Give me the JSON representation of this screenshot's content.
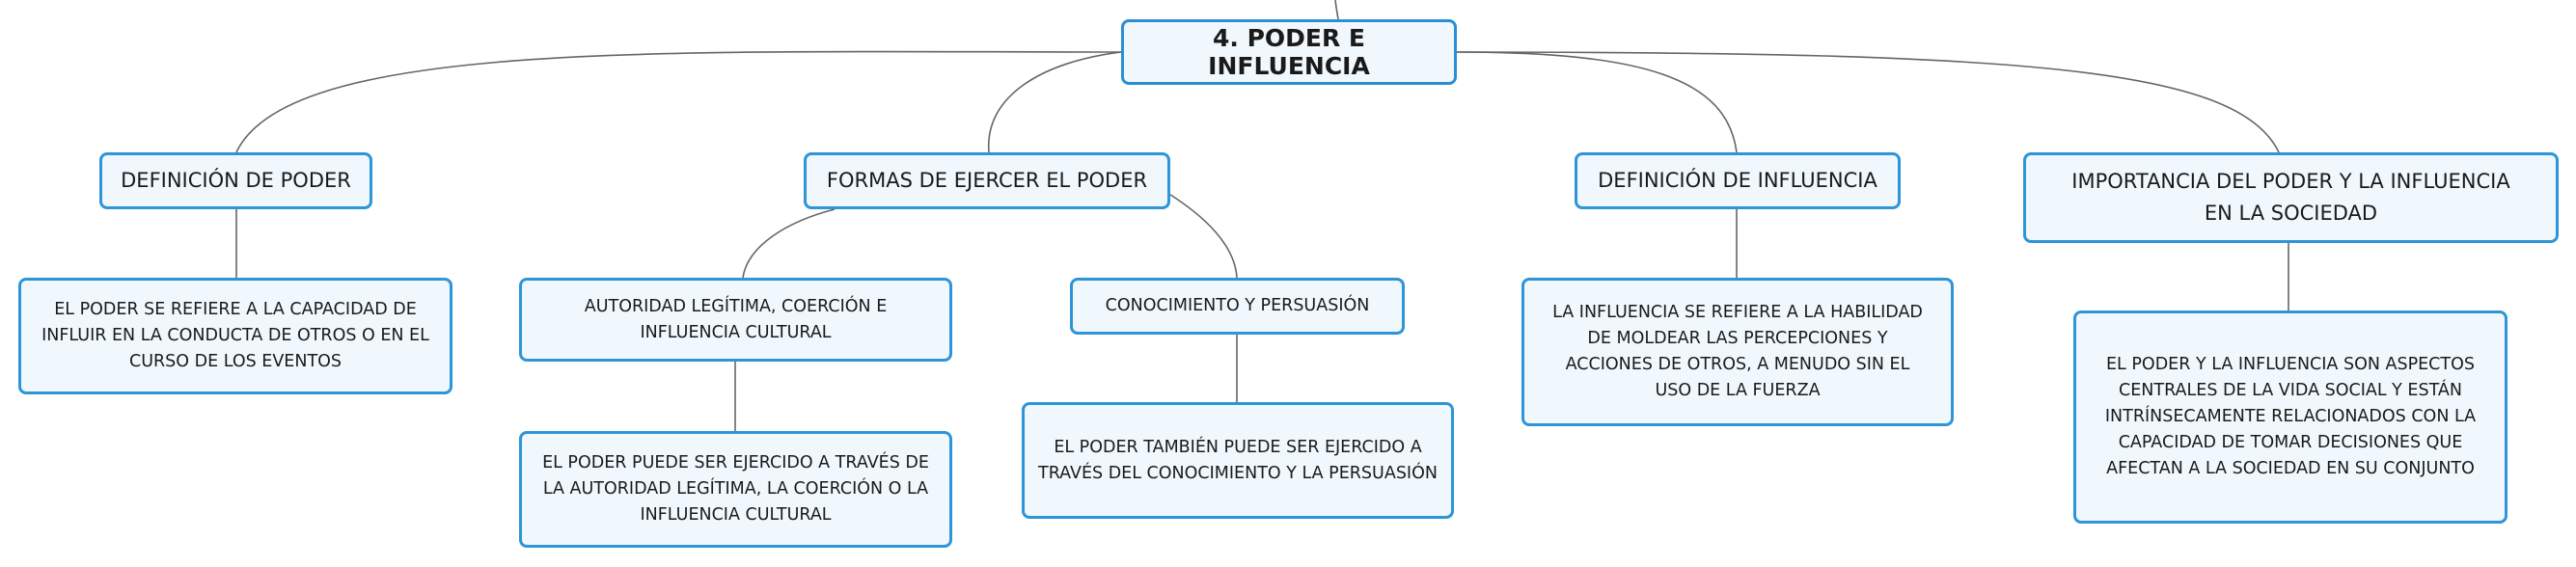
{
  "diagram": {
    "root": {
      "label": "4. PODER E INFLUENCIA"
    },
    "branches": [
      {
        "id": "definicion-poder",
        "label": "DEFINICIÓN DE PODER",
        "detail": "EL PODER SE REFIERE A LA CAPACIDAD DE INFLUIR EN LA CONDUCTA DE OTROS O EN EL CURSO DE LOS EVENTOS"
      },
      {
        "id": "formas-ejercer",
        "label": "FORMAS DE EJERCER EL PODER",
        "children": [
          {
            "label": "AUTORIDAD LEGÍTIMA, COERCIÓN E INFLUENCIA CULTURAL",
            "detail": "EL PODER PUEDE SER EJERCIDO A TRAVÉS DE LA AUTORIDAD LEGÍTIMA, LA COERCIÓN O LA INFLUENCIA CULTURAL"
          },
          {
            "label": "CONOCIMIENTO Y PERSUASIÓN",
            "detail": "EL PODER TAMBIÉN PUEDE SER EJERCIDO A TRAVÉS DEL CONOCIMIENTO Y LA PERSUASIÓN"
          }
        ]
      },
      {
        "id": "definicion-influencia",
        "label": "DEFINICIÓN DE INFLUENCIA",
        "detail": "LA INFLUENCIA SE REFIERE A LA HABILIDAD DE MOLDEAR LAS PERCEPCIONES Y ACCIONES DE OTROS, A MENUDO SIN EL USO DE LA FUERZA"
      },
      {
        "id": "importancia",
        "label": "IMPORTANCIA DEL PODER Y LA INFLUENCIA EN LA SOCIEDAD",
        "detail": "EL PODER Y LA INFLUENCIA SON ASPECTOS CENTRALES DE LA VIDA SOCIAL Y ESTÁN INTRÍNSECAMENTE RELACIONADOS CON LA CAPACIDAD DE TOMAR DECISIONES QUE AFECTAN A LA SOCIEDAD EN SU CONJUNTO"
      }
    ]
  }
}
